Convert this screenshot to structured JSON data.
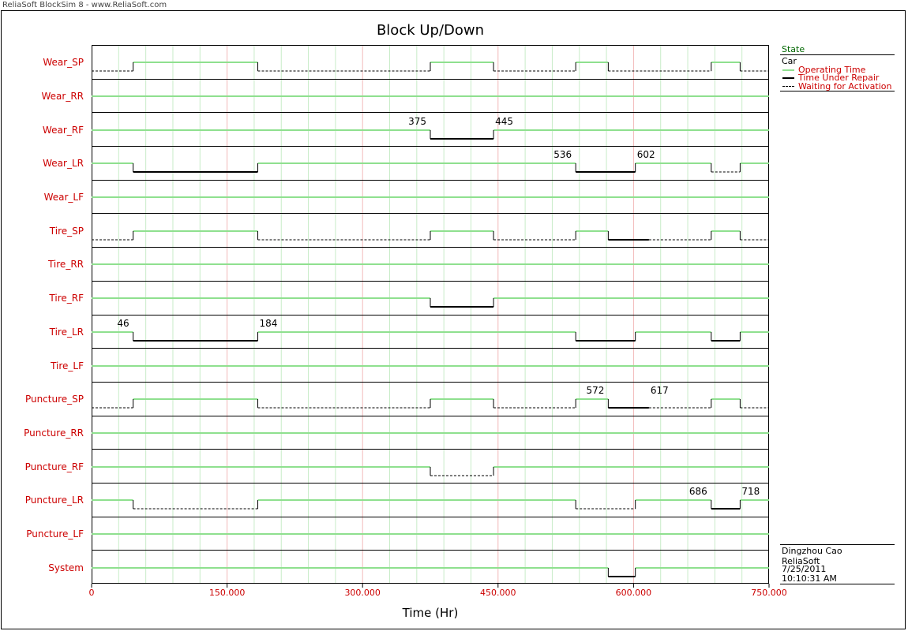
{
  "window_title": "ReliaSoft BlockSim 8 - www.ReliaSoft.com",
  "chart_data": {
    "type": "gantt-state",
    "title": "Block Up/Down",
    "xlabel": "Time (Hr)",
    "xlim": [
      0,
      750
    ],
    "x_ticks": [
      0,
      150,
      300,
      450,
      600,
      750
    ],
    "x_tick_labels": [
      "0",
      "150.000",
      "300.000",
      "450.000",
      "600.000",
      "750.000"
    ],
    "x_minor_step": 30,
    "grid": true,
    "states": {
      "op": {
        "label": "Operating Time",
        "color": "#8fe08f"
      },
      "repair": {
        "label": "Time Under Repair",
        "color": "#000000"
      },
      "wait": {
        "label": "Waiting for Activation",
        "color": "#000000"
      }
    },
    "rows": [
      {
        "name": "Wear_SP",
        "segments": [
          [
            "wait",
            0,
            46
          ],
          [
            "op",
            46,
            184
          ],
          [
            "wait",
            184,
            375
          ],
          [
            "op",
            375,
            445
          ],
          [
            "wait",
            445,
            536
          ],
          [
            "op",
            536,
            572
          ],
          [
            "wait",
            572,
            686
          ],
          [
            "op",
            686,
            718
          ],
          [
            "wait",
            718,
            750
          ]
        ],
        "annotations": []
      },
      {
        "name": "Wear_RR",
        "segments": [
          [
            "op",
            0,
            750
          ]
        ],
        "annotations": []
      },
      {
        "name": "Wear_RF",
        "segments": [
          [
            "op",
            0,
            375
          ],
          [
            "repair",
            375,
            445
          ],
          [
            "op",
            445,
            750
          ]
        ],
        "annotations": [
          {
            "text": "375",
            "x": 375,
            "side": "left"
          },
          {
            "text": "445",
            "x": 445,
            "side": "right"
          }
        ]
      },
      {
        "name": "Wear_LR",
        "segments": [
          [
            "op",
            0,
            46
          ],
          [
            "repair",
            46,
            184
          ],
          [
            "op",
            184,
            536
          ],
          [
            "repair",
            536,
            602
          ],
          [
            "op",
            602,
            686
          ],
          [
            "wait",
            686,
            718
          ],
          [
            "op",
            718,
            750
          ]
        ],
        "annotations": [
          {
            "text": "536",
            "x": 536,
            "side": "left"
          },
          {
            "text": "602",
            "x": 602,
            "side": "right"
          }
        ]
      },
      {
        "name": "Wear_LF",
        "segments": [
          [
            "op",
            0,
            750
          ]
        ],
        "annotations": []
      },
      {
        "name": "Tire_SP",
        "segments": [
          [
            "wait",
            0,
            46
          ],
          [
            "op",
            46,
            184
          ],
          [
            "wait",
            184,
            375
          ],
          [
            "op",
            375,
            445
          ],
          [
            "wait",
            445,
            536
          ],
          [
            "op",
            536,
            572
          ],
          [
            "repair",
            572,
            617
          ],
          [
            "wait",
            617,
            686
          ],
          [
            "op",
            686,
            718
          ],
          [
            "wait",
            718,
            750
          ]
        ],
        "annotations": []
      },
      {
        "name": "Tire_RR",
        "segments": [
          [
            "op",
            0,
            750
          ]
        ],
        "annotations": []
      },
      {
        "name": "Tire_RF",
        "segments": [
          [
            "op",
            0,
            375
          ],
          [
            "repair",
            375,
            445
          ],
          [
            "op",
            445,
            750
          ]
        ],
        "annotations": []
      },
      {
        "name": "Tire_LR",
        "segments": [
          [
            "op",
            0,
            46
          ],
          [
            "repair",
            46,
            184
          ],
          [
            "op",
            184,
            536
          ],
          [
            "repair",
            536,
            602
          ],
          [
            "op",
            602,
            686
          ],
          [
            "repair",
            686,
            718
          ],
          [
            "op",
            718,
            750
          ]
        ],
        "annotations": [
          {
            "text": "46",
            "x": 46,
            "side": "left"
          },
          {
            "text": "184",
            "x": 184,
            "side": "right"
          }
        ]
      },
      {
        "name": "Tire_LF",
        "segments": [
          [
            "op",
            0,
            750
          ]
        ],
        "annotations": []
      },
      {
        "name": "Puncture_SP",
        "segments": [
          [
            "wait",
            0,
            46
          ],
          [
            "op",
            46,
            184
          ],
          [
            "wait",
            184,
            375
          ],
          [
            "op",
            375,
            445
          ],
          [
            "wait",
            445,
            536
          ],
          [
            "op",
            536,
            572
          ],
          [
            "repair",
            572,
            617
          ],
          [
            "wait",
            617,
            686
          ],
          [
            "op",
            686,
            718
          ],
          [
            "wait",
            718,
            750
          ]
        ],
        "annotations": [
          {
            "text": "572",
            "x": 572,
            "side": "left"
          },
          {
            "text": "617",
            "x": 617,
            "side": "right"
          }
        ]
      },
      {
        "name": "Puncture_RR",
        "segments": [
          [
            "op",
            0,
            750
          ]
        ],
        "annotations": []
      },
      {
        "name": "Puncture_RF",
        "segments": [
          [
            "op",
            0,
            375
          ],
          [
            "wait",
            375,
            445
          ],
          [
            "op",
            445,
            750
          ]
        ],
        "annotations": []
      },
      {
        "name": "Puncture_LR",
        "segments": [
          [
            "op",
            0,
            46
          ],
          [
            "wait",
            46,
            184
          ],
          [
            "op",
            184,
            536
          ],
          [
            "wait",
            536,
            602
          ],
          [
            "op",
            602,
            686
          ],
          [
            "repair",
            686,
            718
          ],
          [
            "op",
            718,
            750
          ]
        ],
        "annotations": [
          {
            "text": "686",
            "x": 686,
            "side": "left"
          },
          {
            "text": "718",
            "x": 718,
            "side": "right"
          }
        ]
      },
      {
        "name": "Puncture_LF",
        "segments": [
          [
            "op",
            0,
            750
          ]
        ],
        "annotations": []
      },
      {
        "name": "System",
        "segments": [
          [
            "op",
            0,
            572
          ],
          [
            "repair",
            572,
            602
          ],
          [
            "op",
            602,
            750
          ]
        ],
        "annotations": []
      }
    ]
  },
  "legend": {
    "header": "State",
    "group": "Car",
    "items": [
      {
        "label": "Operating Time",
        "style": "op"
      },
      {
        "label": "Time Under Repair",
        "style": "repair"
      },
      {
        "label": "Waiting for Activation",
        "style": "wait"
      }
    ]
  },
  "info": {
    "user": "Dingzhou Cao",
    "company": "ReliaSoft",
    "date": "7/25/2011",
    "time": "10:10:31 AM"
  },
  "colors": {
    "row_label": "#cc0000",
    "major_grid": "#f2b8b8",
    "minor_grid": "#c8ecc8",
    "operating": "#8fe08f",
    "legend_header": "#006600"
  }
}
